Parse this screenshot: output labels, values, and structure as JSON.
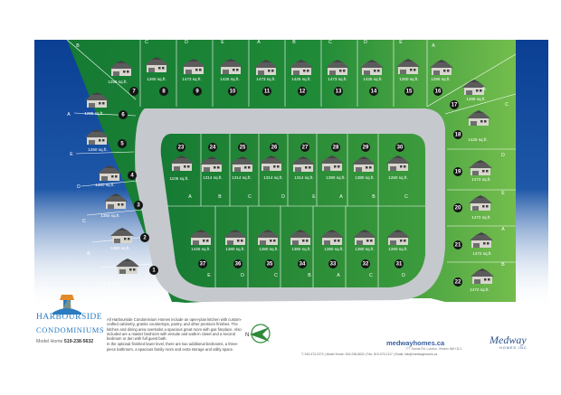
{
  "legend": {
    "title": "HARBOURSIDE",
    "subtitle": "CONDOMINIUMS",
    "model_home_label": "Model Home",
    "model_home_phone": "519-238-5632",
    "description_1": "All Harbourside Condominium Homes include an open-plan kitchen with custom-crafted cabinetry, granite countertops, pantry, and other premium finishes. The kitchen and dining area overlooks a spacious great room with gas fireplace. Also included are a master bedroom with ensuite and walk-in closet and a second bedroom or den with full guest bath.",
    "description_2": "In the optional finished lower level, there are two additional bedrooms, a three-piece bathroom, a spacious family room and extra storage and utility space.",
    "compass_letter": "N"
  },
  "footer": {
    "website": "medwayhomes.ca",
    "contact": "T: 519-473-2272  |  Model Home: 519-238-5632  |  Fax: 519-473-2117  |  Email: info@medwayhomes.ca",
    "address": "777 Sarnia Rd, London, Ontario N6H 3L3",
    "company": "Medway",
    "company_sub": "HOMES INC."
  },
  "colors": {
    "background": "#0a3f94",
    "grass_dark": "#177d35",
    "grass_light": "#5fb043",
    "road": "#c5c8cc",
    "lot_line": "#ffffff"
  },
  "lots": [
    {
      "number": "1",
      "sqft": "1179 sq.ft.",
      "model": "A"
    },
    {
      "number": "2",
      "sqft": "1380 sq.ft.",
      "model": "B"
    },
    {
      "number": "3",
      "sqft": "1380 sq.ft.",
      "model": "C"
    },
    {
      "number": "4",
      "sqft": "1380 sq.ft.",
      "model": "D"
    },
    {
      "number": "5",
      "sqft": "1260 sq.ft.",
      "model": "E"
    },
    {
      "number": "6",
      "sqft": "1286 sq.ft.",
      "model": "A"
    },
    {
      "number": "7",
      "sqft": "1286 sq.ft.",
      "model": "B"
    },
    {
      "number": "8",
      "sqft": "1260 sq.ft.",
      "model": "C"
    },
    {
      "number": "9",
      "sqft": "1473 sq.ft.",
      "model": "D"
    },
    {
      "number": "10",
      "sqft": "1425 sq.ft.",
      "model": "E"
    },
    {
      "number": "11",
      "sqft": "1473 sq.ft.",
      "model": "A"
    },
    {
      "number": "12",
      "sqft": "1425 sq.ft.",
      "model": "B"
    },
    {
      "number": "13",
      "sqft": "1473 sq.ft.",
      "model": "C"
    },
    {
      "number": "14",
      "sqft": "1425 sq.ft.",
      "model": "D"
    },
    {
      "number": "15",
      "sqft": "1260 sq.ft.",
      "model": "E"
    },
    {
      "number": "16",
      "sqft": "1286 sq.ft.",
      "model": "A"
    },
    {
      "number": "17",
      "sqft": "1286 sq.ft.",
      "model": "B"
    },
    {
      "number": "18",
      "sqft": "1425 sq.ft.",
      "model": "C"
    },
    {
      "number": "19",
      "sqft": "1472 sq.ft.",
      "model": "D"
    },
    {
      "number": "20",
      "sqft": "1472 sq.ft.",
      "model": "E"
    },
    {
      "number": "21",
      "sqft": "1472 sq.ft.",
      "model": "A"
    },
    {
      "number": "22",
      "sqft": "1472 sq.ft.",
      "model": "B"
    },
    {
      "number": "23",
      "sqft": "1105 sq.ft.",
      "model": "A"
    },
    {
      "number": "24",
      "sqft": "1314 sq.ft.",
      "model": "B"
    },
    {
      "number": "25",
      "sqft": "1314 sq.ft.",
      "model": "C"
    },
    {
      "number": "26",
      "sqft": "1314 sq.ft.",
      "model": "D"
    },
    {
      "number": "27",
      "sqft": "1314 sq.ft.",
      "model": "E"
    },
    {
      "number": "28",
      "sqft": "1380 sq.ft.",
      "model": "A"
    },
    {
      "number": "29",
      "sqft": "1380 sq.ft.",
      "model": "B"
    },
    {
      "number": "30",
      "sqft": "1260 sq.ft.",
      "model": "C"
    },
    {
      "number": "31",
      "sqft": "1260 sq.ft.",
      "model": "D"
    },
    {
      "number": "32",
      "sqft": "1380 sq.ft.",
      "model": "C"
    },
    {
      "number": "33",
      "sqft": "1380 sq.ft.",
      "model": "A"
    },
    {
      "number": "34",
      "sqft": "1380 sq.ft.",
      "model": "B"
    },
    {
      "number": "35",
      "sqft": "1380 sq.ft.",
      "model": "C"
    },
    {
      "number": "36",
      "sqft": "1380 sq.ft.",
      "model": "D"
    },
    {
      "number": "37",
      "sqft": "1425 sq.ft.",
      "model": "E"
    }
  ]
}
